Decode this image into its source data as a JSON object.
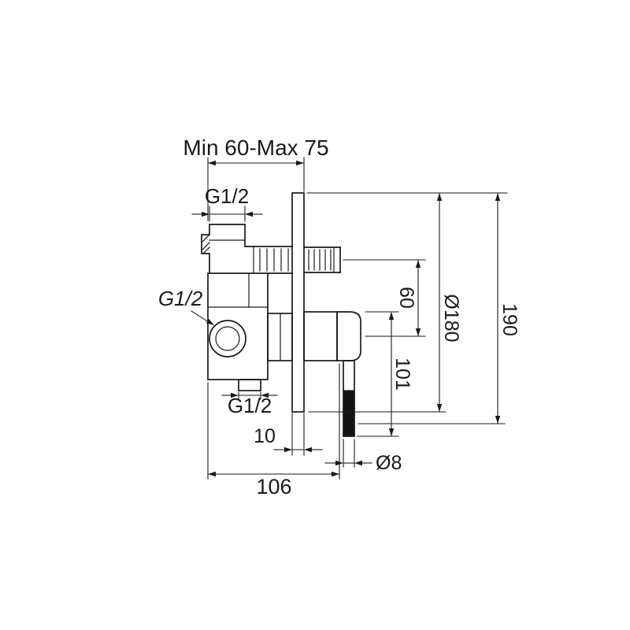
{
  "drawing": {
    "dimensions": {
      "depth_range": "Min 60-Max 75",
      "outlet_offset": "60",
      "plate_diameter": "Ø180",
      "overall_height": "190",
      "body_height": "101",
      "plate_thickness": "10",
      "overall_depth": "106",
      "rod_diameter": "Ø8"
    },
    "threads": {
      "top": "G1/2",
      "side": "G1/2",
      "bottom": "G1/2"
    },
    "colors": {
      "line": "#1a1a1a",
      "background": "#ffffff"
    }
  }
}
